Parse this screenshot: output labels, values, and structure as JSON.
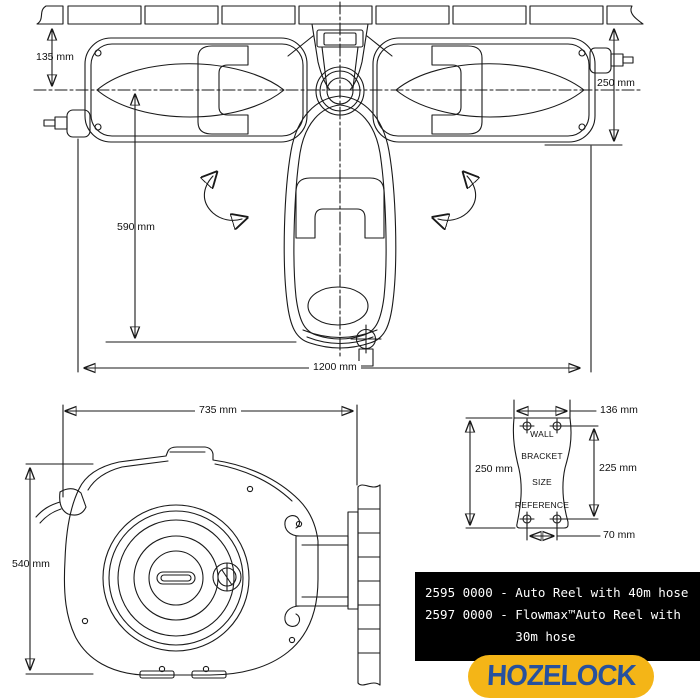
{
  "meta": {
    "title": "Hozelock Auto Reel dimension diagram"
  },
  "colors": {
    "line": "#1a1a1a",
    "background": "#ffffff",
    "codes_box_bg": "#000000",
    "codes_text": "#ffffff",
    "brand_yellow": "#F4B517",
    "brand_blue": "#27519E"
  },
  "top_view": {
    "dim_bracket_to_center": "135 mm",
    "dim_wall_to_front": "250 mm",
    "dim_center_to_bottom": "590 mm",
    "dim_total_swing_width": "1200 mm"
  },
  "side_view": {
    "dim_width": "735 mm",
    "dim_height": "540 mm"
  },
  "wall_bracket": {
    "word1": "WALL",
    "word2": "BRACKET",
    "word3": "SIZE",
    "word4": "REFERENCE",
    "dim_width": "136 mm",
    "dim_height": "250 mm",
    "dim_hole_spacing_vertical": "225 mm",
    "dim_hole_spacing_horizontal": "70 mm"
  },
  "product_codes": {
    "line1": "2595 0000 - Auto Reel with 40m hose",
    "line2": "2597 0000 - Flowmax™Auto Reel with",
    "line3": "30m hose"
  },
  "brand": {
    "name": "HOZELOCK"
  }
}
